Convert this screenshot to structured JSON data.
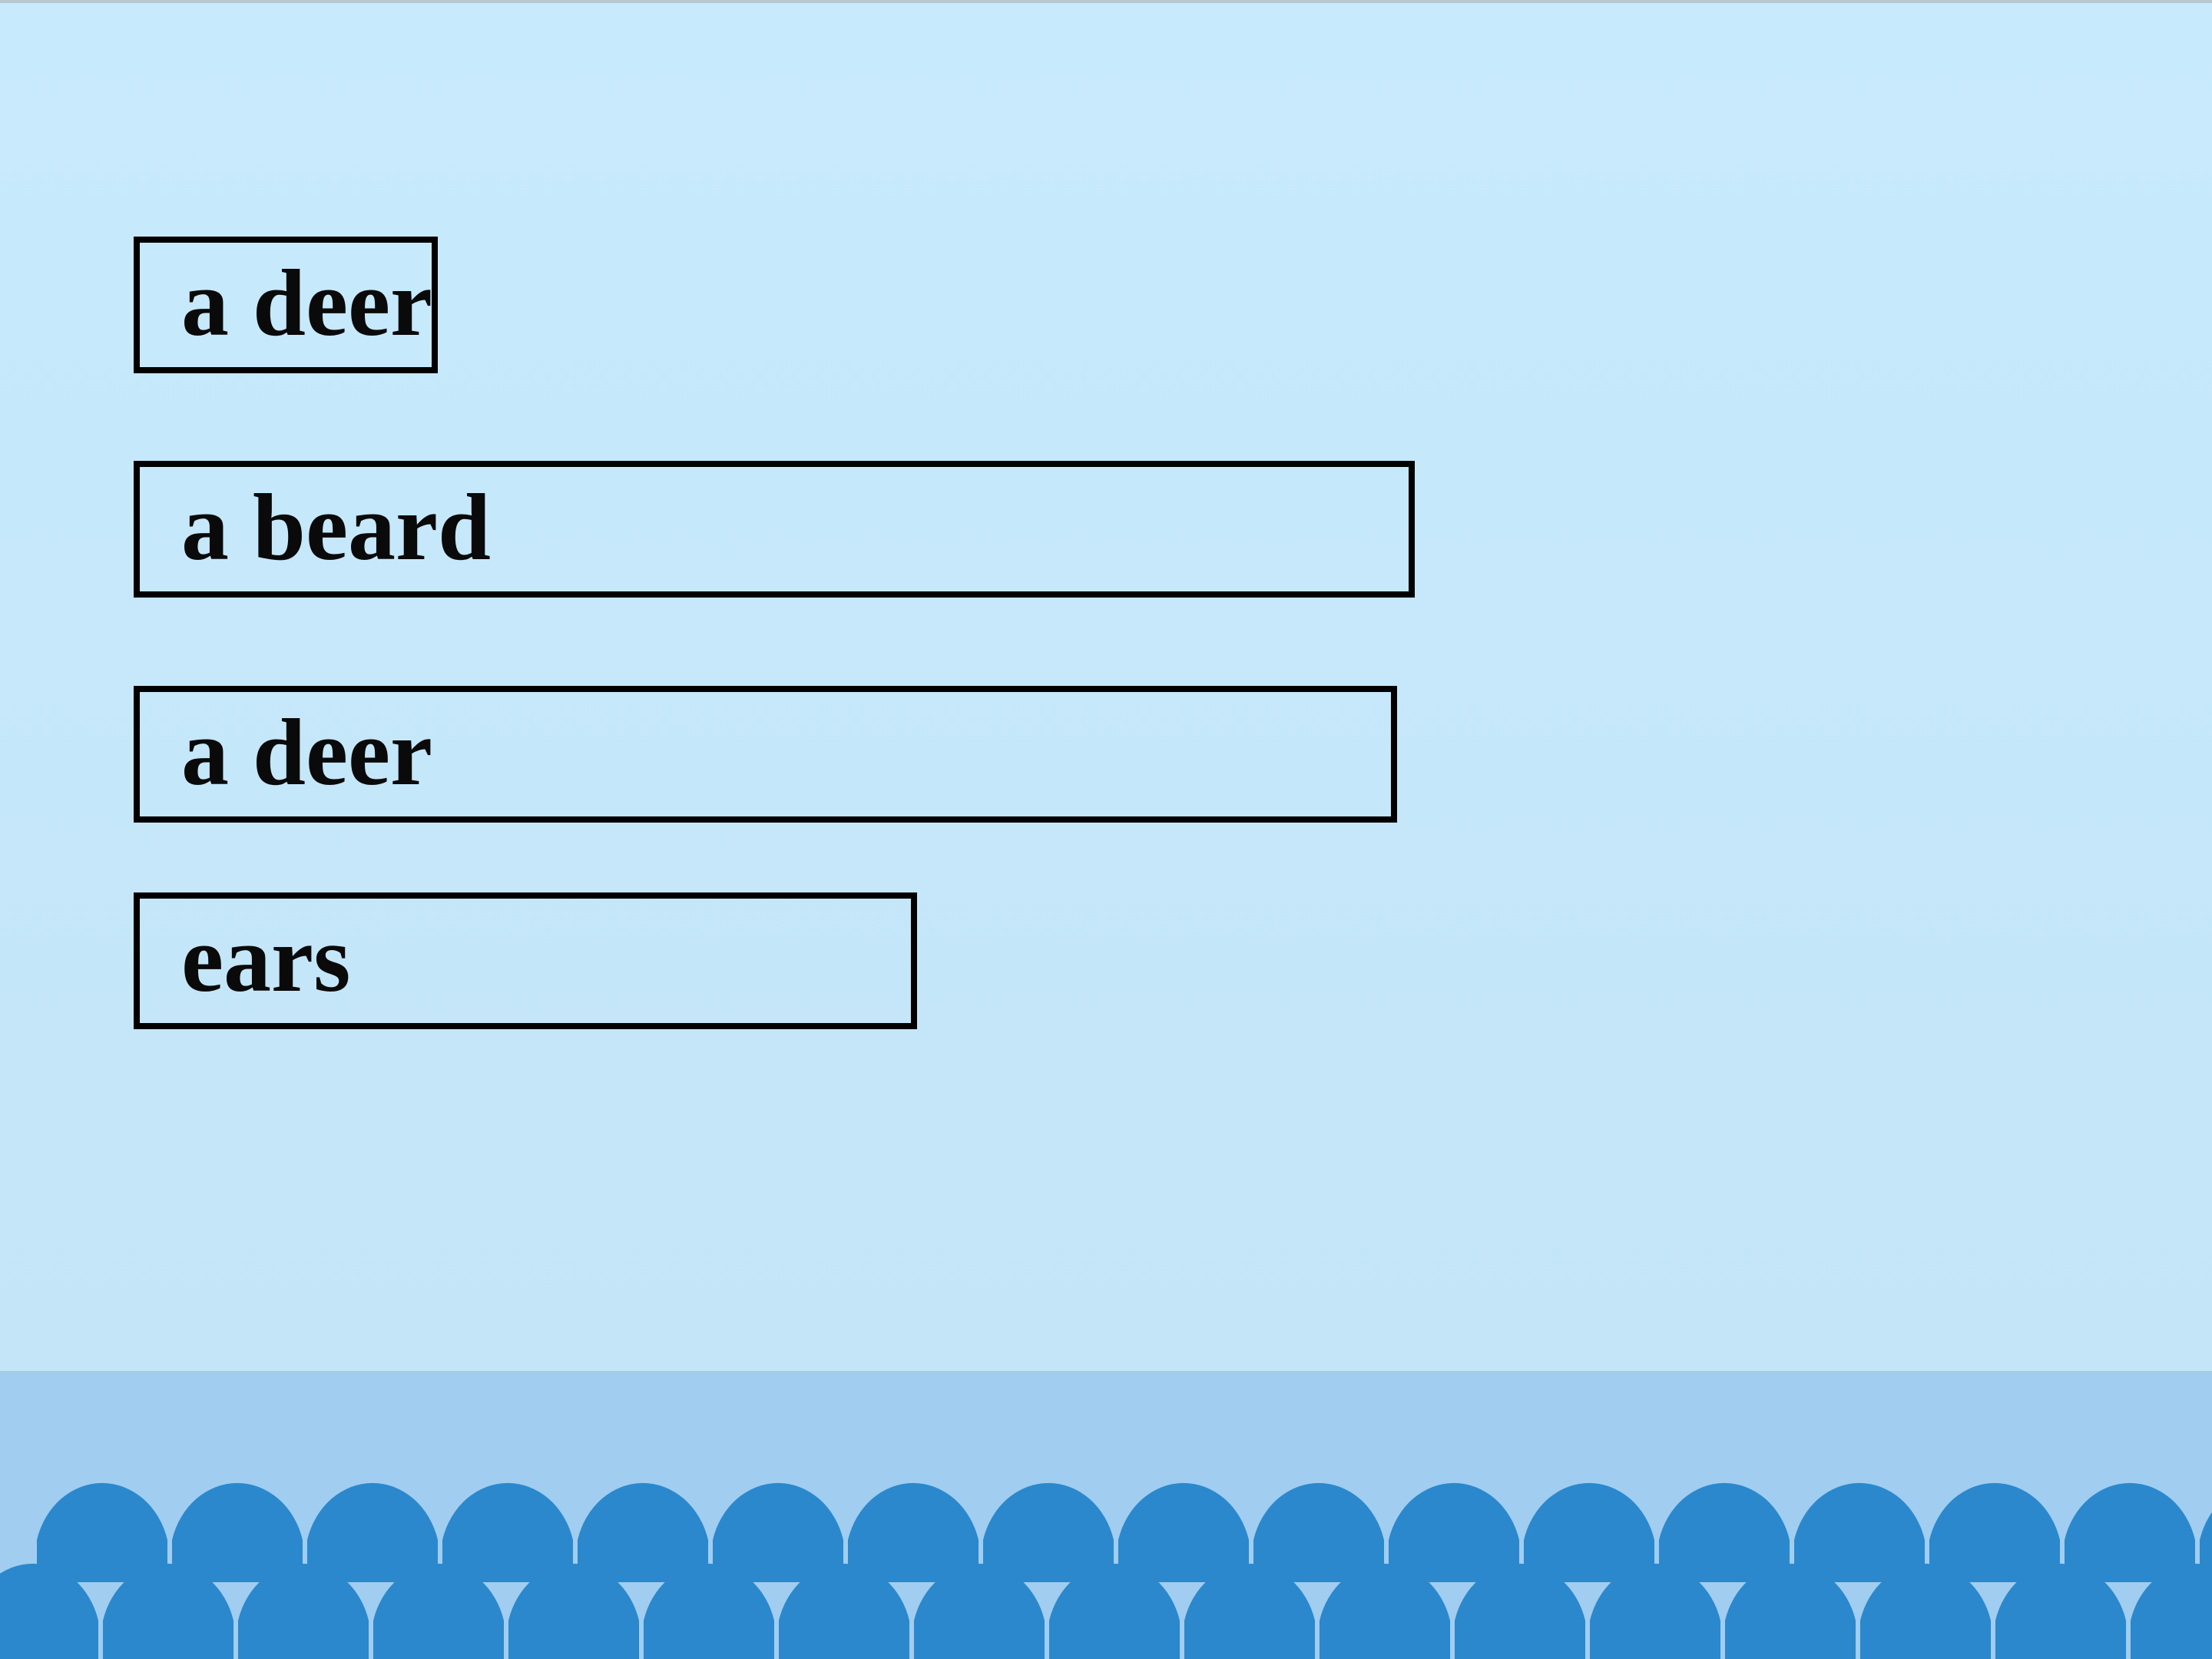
{
  "slide": {
    "words": [
      {
        "label": "a deer"
      },
      {
        "label": "a beard"
      },
      {
        "label": "a deer"
      },
      {
        "label": "ears"
      }
    ]
  },
  "theme": {
    "background": "#c6e7fa",
    "footer_band": "#a0cdf0",
    "scallop": "#2b88cc",
    "box_border": "#000000"
  }
}
